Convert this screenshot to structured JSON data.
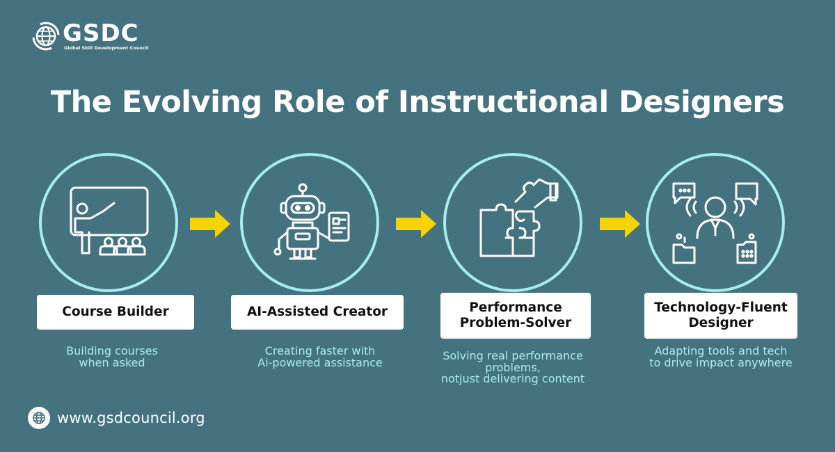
{
  "logo": {
    "name": "GSDC",
    "subtitle": "Global Skill Development Council"
  },
  "title": "The Evolving Role of Instructional Designers",
  "stages": [
    {
      "label": "Course Builder",
      "description_lines": [
        "Building courses",
        "when asked"
      ],
      "icon": "teacher-presentation-icon"
    },
    {
      "label": "AI-Assisted Creator",
      "description_lines": [
        "Creating faster with",
        "Ai-powered assistance"
      ],
      "icon": "robot-icon"
    },
    {
      "label_lines": [
        "Performance",
        "Problem-Solver"
      ],
      "description_lines": [
        "Solving real performance",
        "problems,",
        "notjust delivering content"
      ],
      "icon": "puzzle-icon"
    },
    {
      "label_lines": [
        "Technology-Fluent",
        "Designer"
      ],
      "description_lines": [
        "Adapting tools and tech",
        "to drive impact anywhere"
      ],
      "icon": "connected-person-icon"
    }
  ],
  "footer": {
    "url": "www.gsdcouncil.org",
    "icon": "globe-icon"
  },
  "colors": {
    "background": "#44727f",
    "accent": "#a7ecee",
    "arrow": "#f4d400"
  }
}
